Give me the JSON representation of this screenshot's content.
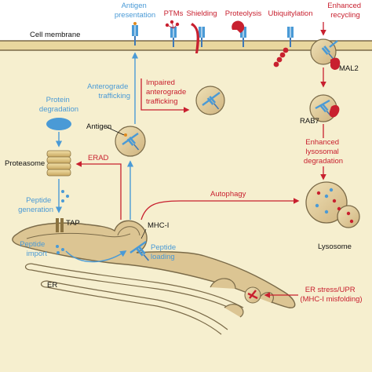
{
  "labels": {
    "cell_membrane": "Cell membrane",
    "antigen_presentation": [
      "Antigen",
      "presentation"
    ],
    "ptms": "PTMs",
    "shielding": "Shielding",
    "proteolysis": "Proteolysis",
    "ubiquitylation": "Ubiquitylation",
    "enhanced_recycling": [
      "Enhanced",
      "recycling"
    ],
    "mal2": "MAL2",
    "protein_degradation": [
      "Protein",
      "degradation"
    ],
    "anterograde_trafficking": [
      "Anterograde",
      "trafficking"
    ],
    "impaired_trafficking": [
      "Impaired",
      "anterograde",
      "trafficking"
    ],
    "antigen": "Antigen",
    "rab7": "RAB7",
    "enhanced_lysosomal": [
      "Enhanced",
      "lysosomal",
      "degradation"
    ],
    "proteasome": "Proteasome",
    "erad": "ERAD",
    "peptide_generation": [
      "Peptide",
      "generation"
    ],
    "tap": "TAP",
    "autophagy": "Autophagy",
    "mhc1": "MHC-I",
    "peptide_import": [
      "Peptide",
      "import"
    ],
    "peptide_loading": [
      "Peptide",
      "loading"
    ],
    "lysosome": "Lysosome",
    "er": "ER",
    "er_stress": [
      "ER stress/UPR",
      "(MHC-I misfolding)"
    ]
  },
  "colors": {
    "background": "#f6efcf",
    "membrane": "#e9d79e",
    "membrane_edge": "#7a6a48",
    "er_fill": "#dcc593",
    "arrow_blue": "#4a9ad6",
    "arrow_red": "#c8202f",
    "text_blue": "#4a9ad6",
    "text_red": "#c8202f",
    "mhc_blue": "#4a9ad6",
    "peptide_orange": "#e08a1e"
  }
}
